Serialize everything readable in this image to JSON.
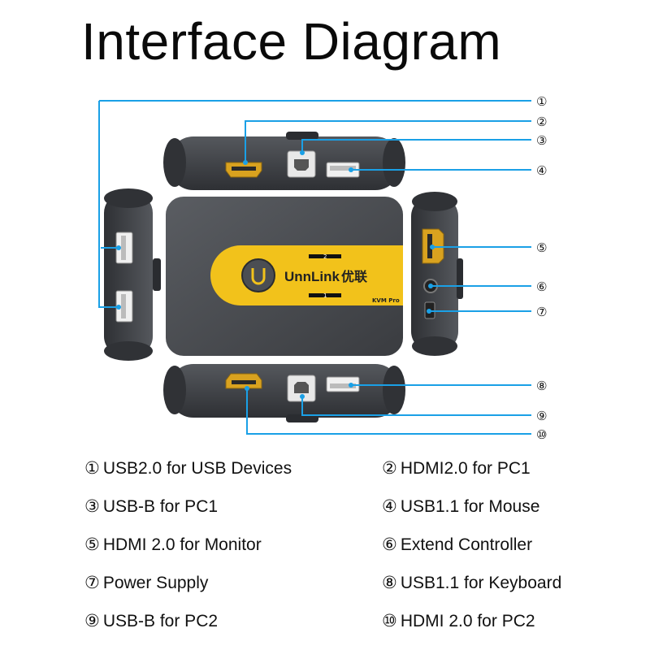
{
  "title": "Interface Diagram",
  "brand": {
    "name": "UnnLink",
    "cn": "优联",
    "model": "KVM Pro",
    "port1": "1",
    "port2": "2"
  },
  "callouts": [
    "①",
    "②",
    "③",
    "④",
    "⑤",
    "⑥",
    "⑦",
    "⑧",
    "⑨",
    "⑩"
  ],
  "legend": [
    {
      "num": "①",
      "label": "USB2.0 for USB Devices"
    },
    {
      "num": "②",
      "label": "HDMI2.0 for PC1"
    },
    {
      "num": "③",
      "label": "USB-B for PC1"
    },
    {
      "num": "④",
      "label": "USB1.1 for Mouse"
    },
    {
      "num": "⑤",
      "label": "HDMI 2.0 for Monitor"
    },
    {
      "num": "⑥",
      "label": "Extend Controller"
    },
    {
      "num": "⑦",
      "label": "Power Supply"
    },
    {
      "num": "⑧",
      "label": "USB1.1 for Keyboard"
    },
    {
      "num": "⑨",
      "label": "USB-B for PC2"
    },
    {
      "num": "⑩",
      "label": "HDMI 2.0 for PC2"
    }
  ],
  "colors": {
    "callout_line": "#1aa0e6",
    "body": "#4a4d52",
    "panel": "#f2c21b",
    "hdmi": "#d9a21f",
    "usb": "#f0f0f0"
  }
}
